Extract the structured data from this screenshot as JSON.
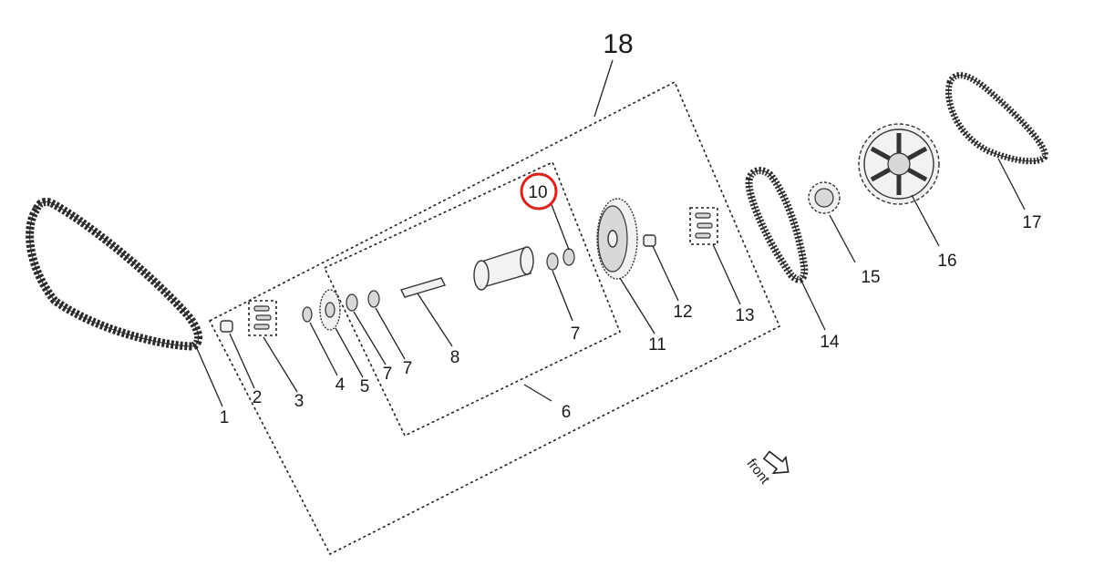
{
  "diagram": {
    "assembly_label": "18",
    "direction_label": "front",
    "highlight_color": "#d9231d",
    "highlighted_part": "10",
    "parts": [
      {
        "id": "p1",
        "label": "1"
      },
      {
        "id": "p2",
        "label": "2"
      },
      {
        "id": "p3",
        "label": "3"
      },
      {
        "id": "p4",
        "label": "4"
      },
      {
        "id": "p5",
        "label": "5"
      },
      {
        "id": "p6",
        "label": "6"
      },
      {
        "id": "p7a",
        "label": "7"
      },
      {
        "id": "p7b",
        "label": "7"
      },
      {
        "id": "p7c",
        "label": "7"
      },
      {
        "id": "p8",
        "label": "8"
      },
      {
        "id": "p10",
        "label": "10"
      },
      {
        "id": "p11",
        "label": "11"
      },
      {
        "id": "p12",
        "label": "12"
      },
      {
        "id": "p13",
        "label": "13"
      },
      {
        "id": "p14",
        "label": "14"
      },
      {
        "id": "p15",
        "label": "15"
      },
      {
        "id": "p16",
        "label": "16"
      },
      {
        "id": "p17",
        "label": "17"
      }
    ]
  }
}
